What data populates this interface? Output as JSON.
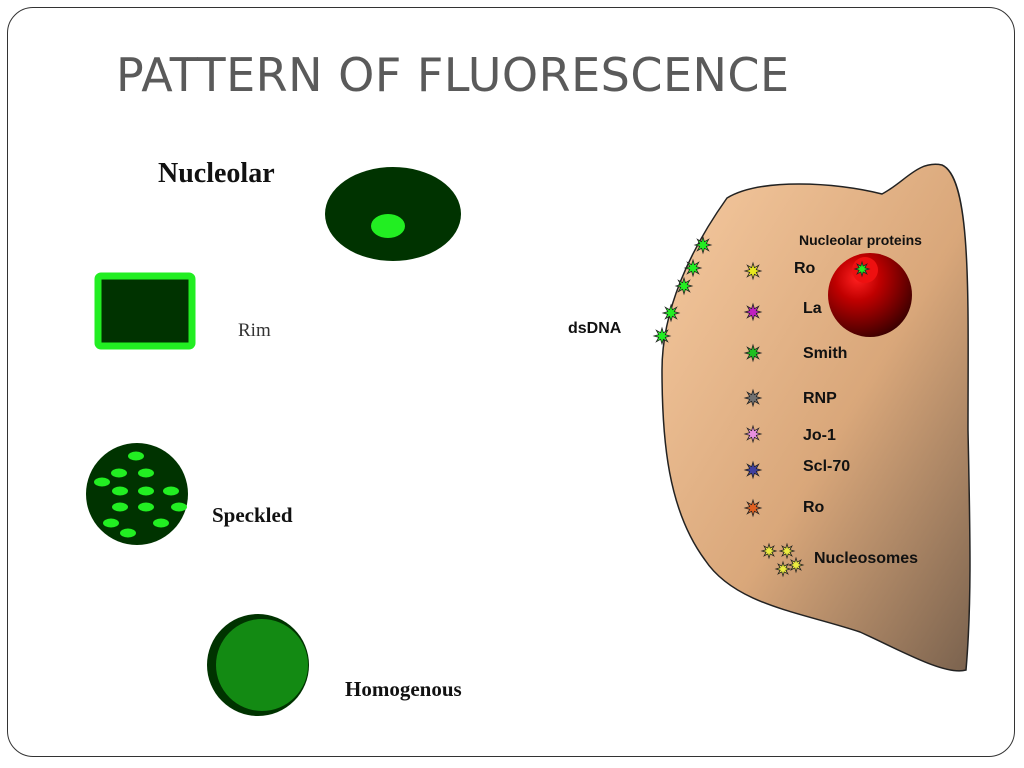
{
  "slide": {
    "title": "PATTERN OF FLUORESCENCE"
  },
  "patterns": {
    "nucleolar": "Nucleolar",
    "rim": "Rim",
    "speckled": "Speckled",
    "homogenous": "Homogenous"
  },
  "cell": {
    "dsdna": "dsDNA",
    "nucleolar_proteins": "Nucleolar proteins",
    "nucleolar_ro": "Ro",
    "antigens": [
      {
        "label": "La",
        "color": "#c020c0"
      },
      {
        "label": "Smith",
        "color": "#20c020"
      },
      {
        "label": "RNP",
        "color": "#707070"
      },
      {
        "label": "Jo-1",
        "color": "#e890e0"
      },
      {
        "label": "Scl-70",
        "color": "#4040a0"
      },
      {
        "label": "Ro",
        "color": "#e06020"
      }
    ],
    "ro_top_color": "#e8e820",
    "nucleosomes": "Nucleosomes"
  },
  "colors": {
    "dark_green": "#003300",
    "bright_green": "#22ee22",
    "homogenous_green": "#138a13",
    "cell_fill": "#e9b98c",
    "nucleolus": "#7a0000"
  }
}
